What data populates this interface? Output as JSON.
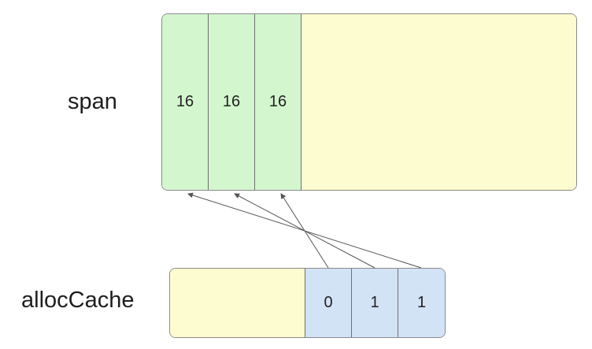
{
  "span": {
    "label": "span",
    "cells": [
      "16",
      "16",
      "16"
    ]
  },
  "alloc_cache": {
    "label": "allocCache",
    "bits": [
      "0",
      "1",
      "1"
    ]
  },
  "colors": {
    "used": "#d4f6cf",
    "free": "#fdfcd0",
    "bits": "#d3e3f6",
    "border": "#8a8a8a",
    "arrow": "#555555"
  }
}
